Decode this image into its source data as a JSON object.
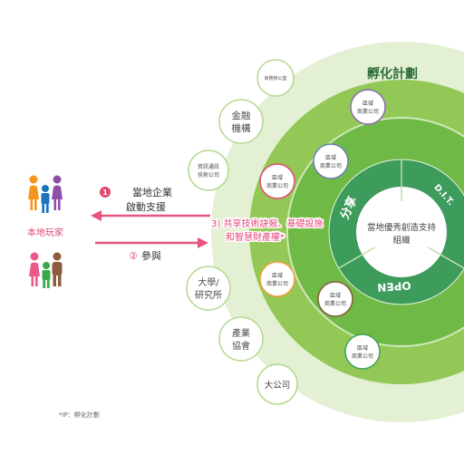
{
  "diagram_title": "孵化計劃",
  "players": {
    "label": "本地玩家",
    "icons": [
      "person-icon",
      "person-icon",
      "person-icon",
      "person-icon",
      "person-icon",
      "person-icon"
    ]
  },
  "flow": {
    "support": {
      "number": "1",
      "line1": "當地企業",
      "line2": "啟動支援"
    },
    "participate": {
      "number": "②",
      "label": "參與"
    },
    "sharing": {
      "line1": "3) 共享技術訣竅、基礎設施",
      "line2": "和智慧財產權*"
    }
  },
  "outer_nodes": [
    {
      "line1": "商務辦公室"
    },
    {
      "line1": "金融",
      "line2": "機構"
    },
    {
      "line1": "資訊通訊",
      "line2": "技術公司"
    },
    {
      "line1": "大學/",
      "line2": "研究所"
    },
    {
      "line1": "產業",
      "line2": "協會"
    },
    {
      "line1": "大公司"
    }
  ],
  "inner_nodes": [
    {
      "line1": "區域",
      "line2": "商業公司",
      "border": "#8a6bb3"
    },
    {
      "line1": "區域",
      "line2": "商業公司",
      "border": "#6a7fb5"
    },
    {
      "line1": "區域",
      "line2": "商業公司",
      "border": "#e24a6e"
    },
    {
      "line1": "區域",
      "line2": "商業公司",
      "border": "#f39c3a"
    },
    {
      "line1": "區域",
      "line2": "商業公司",
      "border": "#8c5a3c"
    },
    {
      "line1": "區域",
      "line2": "商業公司",
      "border": "#3fa45f"
    }
  ],
  "rings": {
    "share": "分享",
    "dit": "D.I.T.",
    "open": "OPEN"
  },
  "center": {
    "line1": "當地優秀創造支持",
    "line2": "組織"
  },
  "footnote": "*IP：孵化計劃",
  "colors": {
    "pale_ring": "#e3f0d3",
    "lime_ring": "#93c856",
    "medium_ring": "#6fb946",
    "dark_ring": "#3d9b5c",
    "accent_pink": "#e0476e",
    "title_green": "#2f6e3b"
  }
}
